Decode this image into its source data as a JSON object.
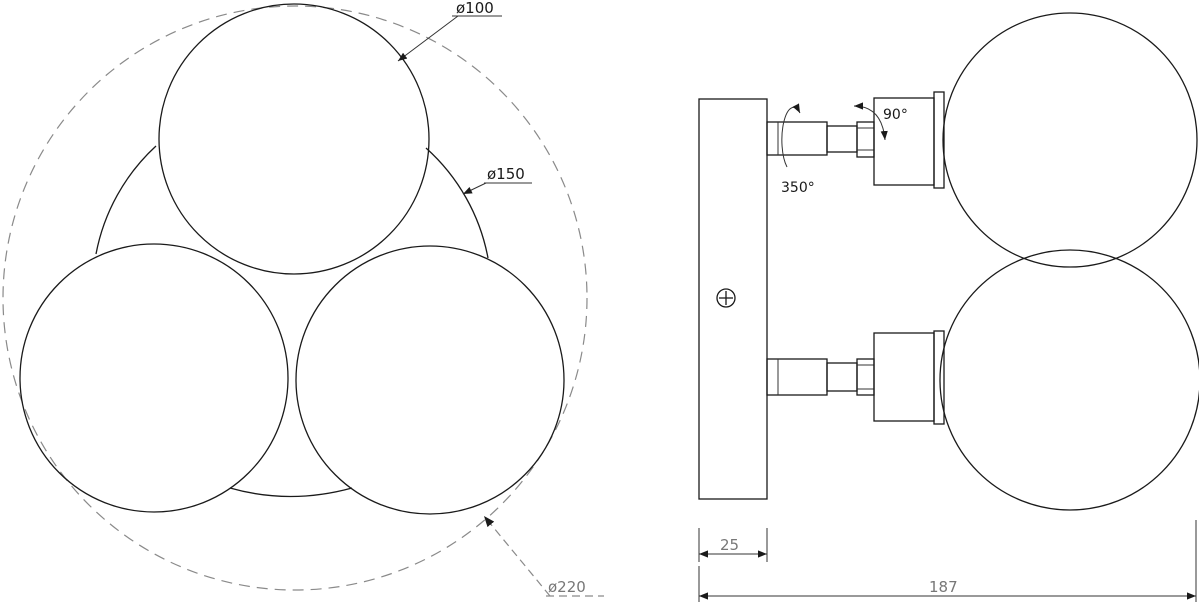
{
  "front_view": {
    "globe_diameter_label": "ø100",
    "base_diameter_label": "ø150",
    "overall_diameter_label": "ø220"
  },
  "side_view": {
    "tilt_angle_label": "90°",
    "rotation_angle_label": "350°",
    "plate_depth_label": "25",
    "total_depth_label": "187"
  }
}
